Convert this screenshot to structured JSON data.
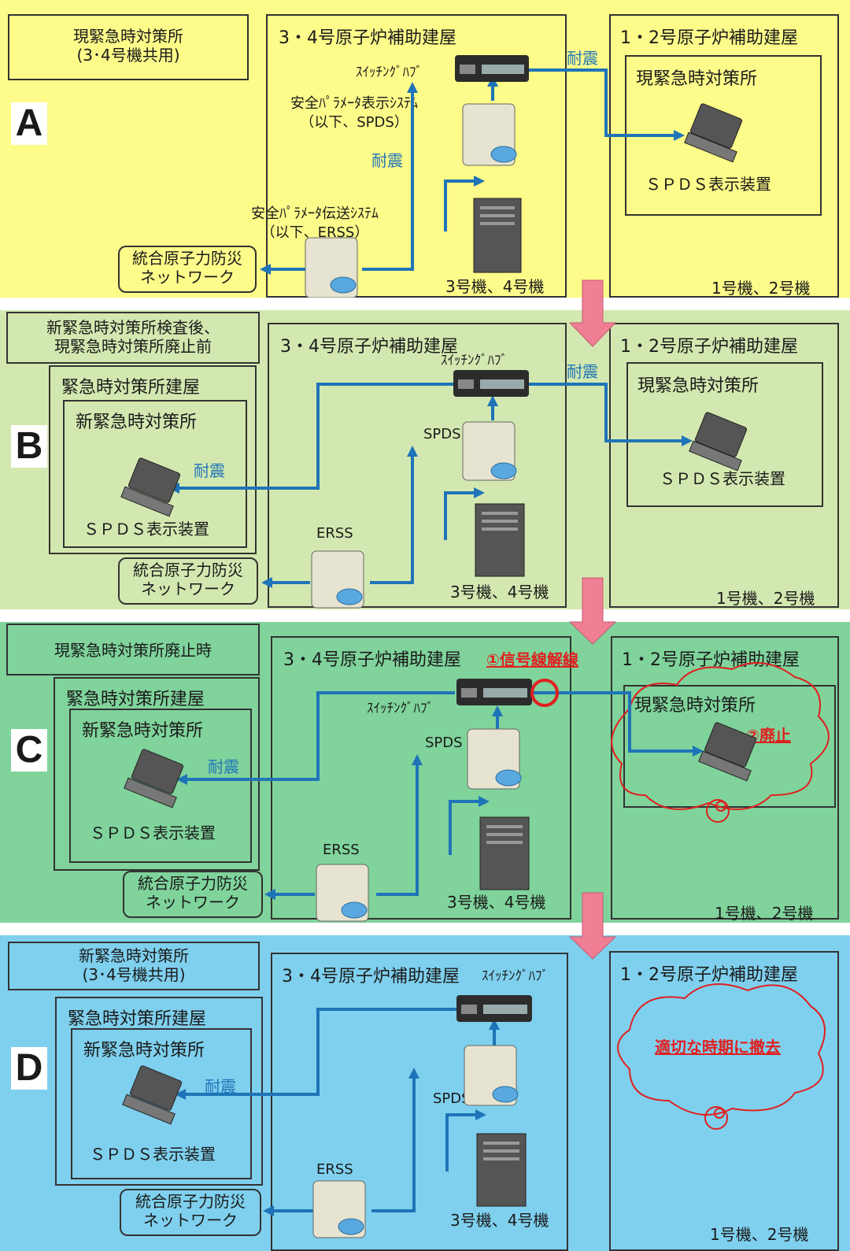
{
  "panels": [
    {
      "id": "A",
      "letter": "A",
      "bg": "#fdfb8a",
      "status": "現緊急時対策所\n(3･4号機共用)",
      "aux34_title": "3・4号原子炉補助建屋",
      "aux12_title": "1・2号原子炉補助建屋",
      "aux12_sub": "現緊急時対策所",
      "hub_label": "ｽｲｯﾁﾝｸﾞﾊﾌﾞ",
      "spds_label": "安全ﾊﾟﾗﾒｰﾀ表示ｼｽﾃﾑ\n（以下、SPDS）",
      "erss_label": "安全ﾊﾟﾗﾒｰﾀ伝送ｼｽﾃﾑ\n（以下、ERSS）",
      "seismic_1": "耐震",
      "seismic_2": "耐震",
      "display_12": "ＳＰＤＳ表示装置",
      "units_34": "3号機、4号機",
      "units_12": "1号機、2号機",
      "network": "統合原子力防災\nネットワーク"
    },
    {
      "id": "B",
      "letter": "B",
      "bg": "#d3e8b0",
      "status": "新緊急時対策所検査後、\n現緊急時対策所廃止前",
      "bldg_title": "緊急時対策所建屋",
      "new_office": "新緊急時対策所",
      "display_new": "ＳＰＤＳ表示装置",
      "seismic_new": "耐震",
      "aux34_title": "3・4号原子炉補助建屋",
      "aux12_title": "1・2号原子炉補助建屋",
      "aux12_sub": "現緊急時対策所",
      "hub_label": "ｽｲｯﾁﾝｸﾞﾊﾌﾞ",
      "spds_label": "SPDS",
      "erss_label": "ERSS",
      "seismic_hub": "耐震",
      "display_12": "ＳＰＤＳ表示装置",
      "units_34": "3号機、4号機",
      "units_12": "1号機、2号機",
      "network": "統合原子力防災\nネットワーク"
    },
    {
      "id": "C",
      "letter": "C",
      "bg": "#7fd39b",
      "status": "現緊急時対策所廃止時",
      "bldg_title": "緊急時対策所建屋",
      "new_office": "新緊急時対策所",
      "display_new": "ＳＰＤＳ表示装置",
      "seismic_new": "耐震",
      "aux34_title": "3・4号原子炉補助建屋",
      "note_1": "①信号線解線",
      "aux12_title": "1・2号原子炉補助建屋",
      "aux12_sub": "現緊急時対策所",
      "note_2": "②廃止",
      "hub_label": "ｽｲｯﾁﾝｸﾞﾊﾌﾞ",
      "spds_label": "SPDS",
      "erss_label": "ERSS",
      "units_34": "3号機、4号機",
      "units_12": "1号機、2号機",
      "network": "統合原子力防災\nネットワーク"
    },
    {
      "id": "D",
      "letter": "D",
      "bg": "#7fd0ee",
      "status": "新緊急時対策所\n(3･4号機共用)",
      "bldg_title": "緊急時対策所建屋",
      "new_office": "新緊急時対策所",
      "display_new": "ＳＰＤＳ表示装置",
      "seismic_new": "耐震",
      "aux34_title": "3・4号原子炉補助建屋",
      "hub_label": "ｽｲｯﾁﾝｸﾞﾊﾌﾞ",
      "aux12_title": "1・2号原子炉補助建屋",
      "removal": "適切な時期に撤去",
      "spds_label": "SPDS",
      "erss_label": "ERSS",
      "units_34": "3号機、4号機",
      "units_12": "1号機、2号機",
      "network": "統合原子力防災\nネットワーク"
    }
  ],
  "colors": {
    "line": "#1f74b8",
    "arrow": "#f07f96",
    "red_note": "#e02020"
  }
}
